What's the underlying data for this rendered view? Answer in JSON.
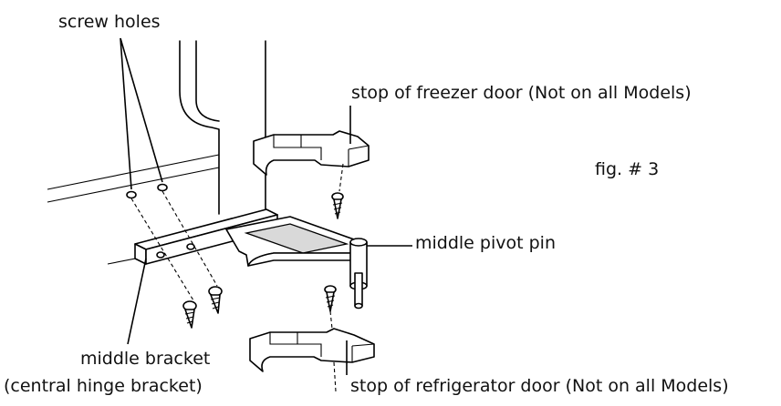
{
  "labels": {
    "screw_holes": "screw holes",
    "freezer_stop": "stop of freezer door (Not on all Models)",
    "figure": "fig. # 3",
    "pivot_pin": "middle pivot pin",
    "bracket_line1": "middle bracket",
    "bracket_line2": "(central hinge bracket)",
    "fridge_stop": "stop of refrigerator door (Not on all Models)"
  },
  "colors": {
    "ink": "#000000",
    "background": "#ffffff",
    "shade": "#d9d9d9"
  }
}
